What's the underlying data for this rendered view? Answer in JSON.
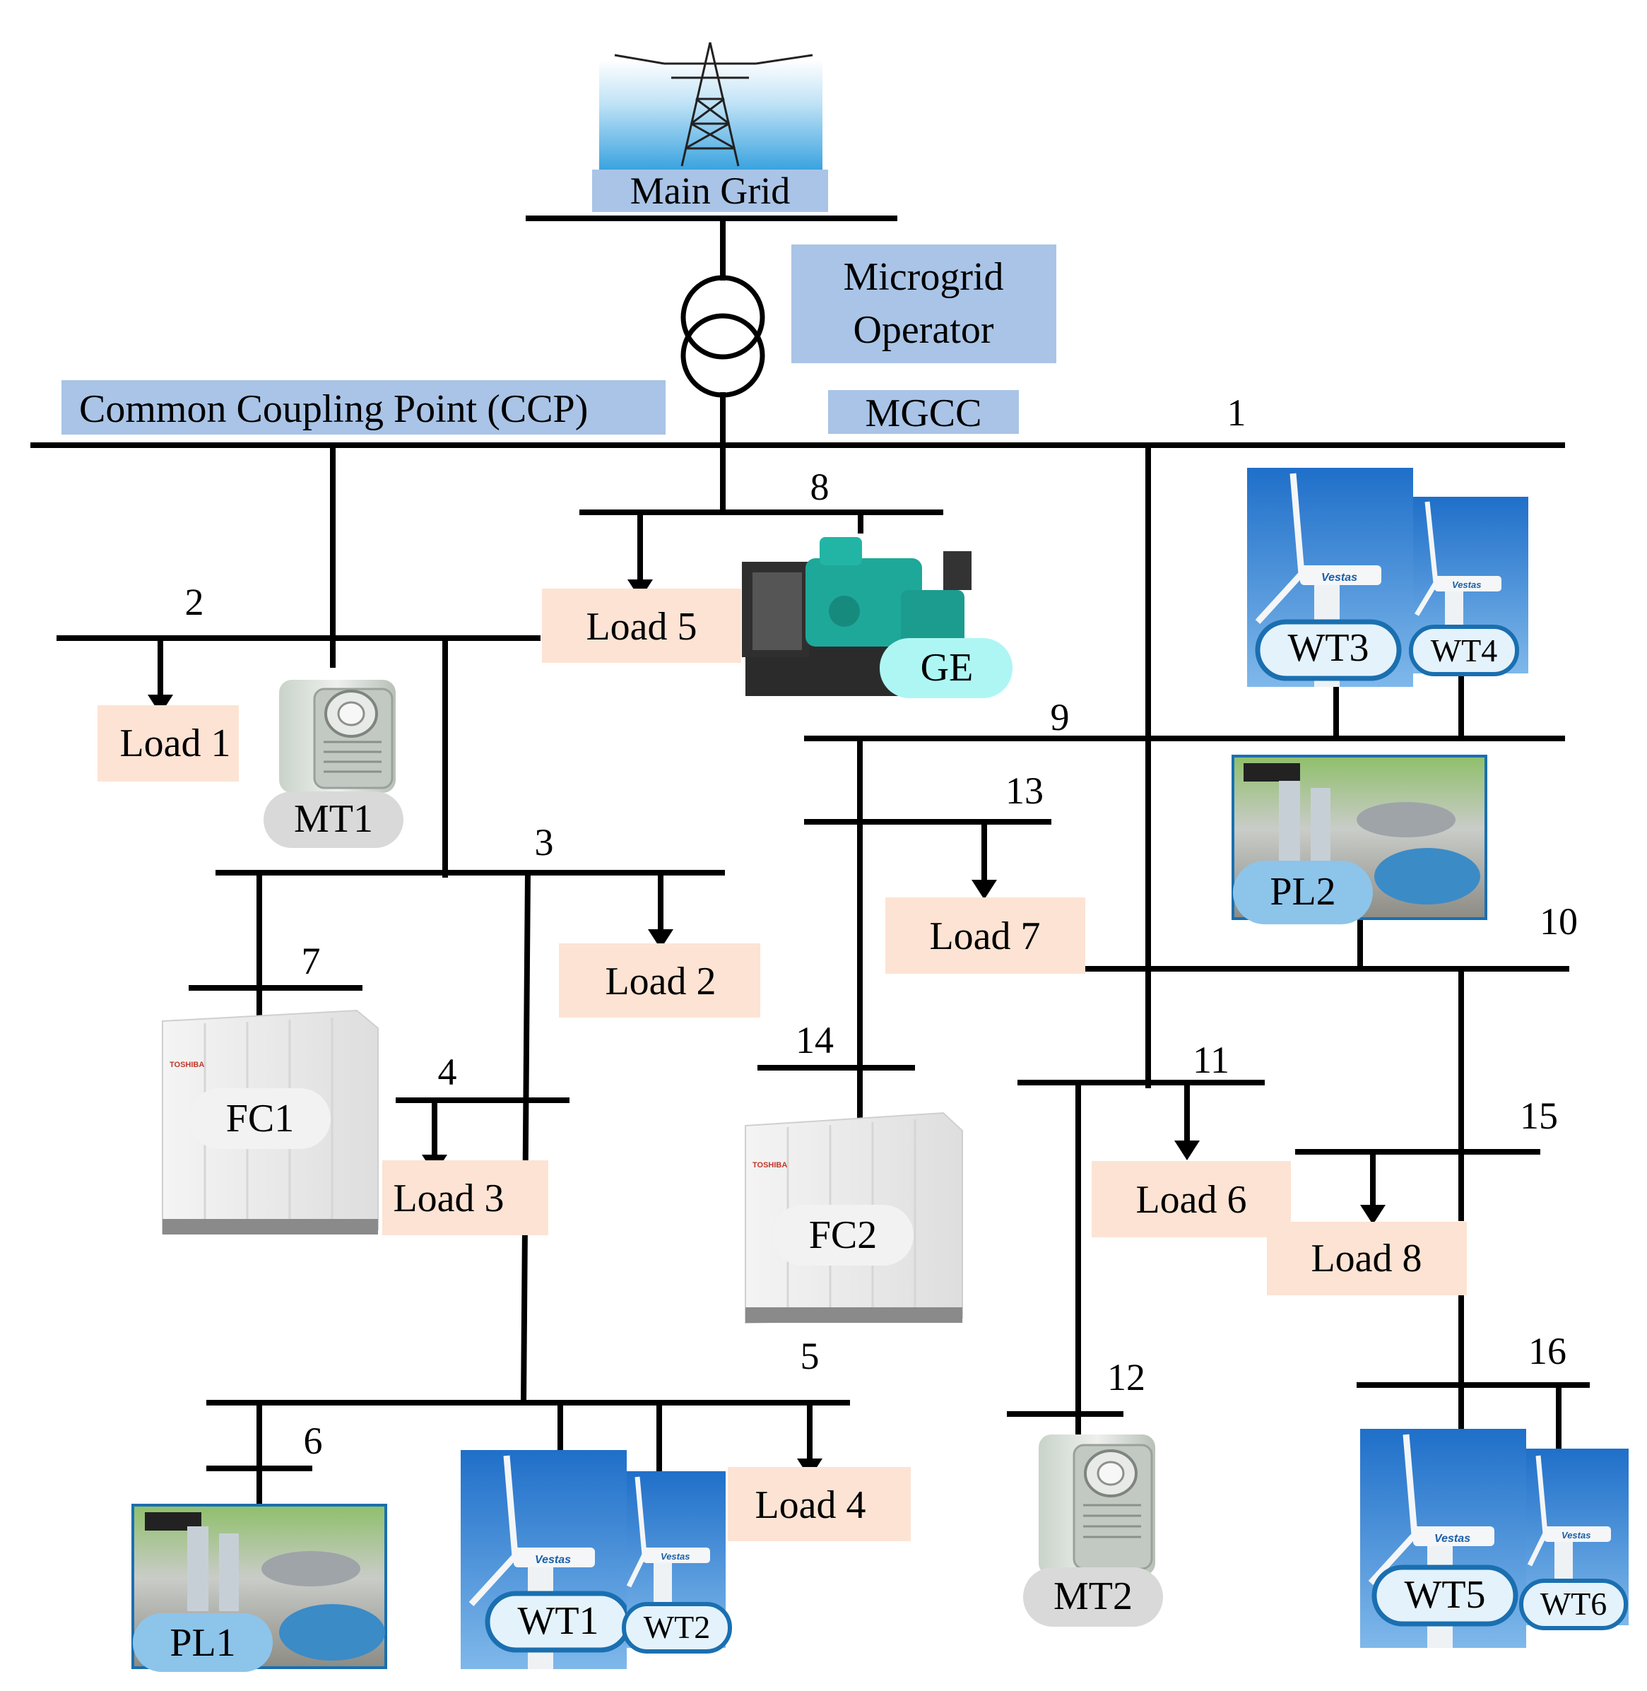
{
  "labels": {
    "main_grid": "Main Grid",
    "microgrid_operator_line1": "Microgrid",
    "microgrid_operator_line2": "Operator",
    "ccp": "Common Coupling Point (CCP)",
    "mgcc": "MGCC"
  },
  "buses": {
    "b1": "1",
    "b2": "2",
    "b3": "3",
    "b4": "4",
    "b5": "5",
    "b6": "6",
    "b7": "7",
    "b8": "8",
    "b9": "9",
    "b10": "10",
    "b11": "11",
    "b12": "12",
    "b13": "13",
    "b14": "14",
    "b15": "15",
    "b16": "16"
  },
  "loads": {
    "l1": "Load 1",
    "l2": "Load 2",
    "l3": "Load 3",
    "l4": "Load 4",
    "l5": "Load 5",
    "l6": "Load 6",
    "l7": "Load 7",
    "l8": "Load 8"
  },
  "units": {
    "ge": "GE",
    "mt1": "MT1",
    "mt2": "MT2",
    "fc1": "FC1",
    "fc2": "FC2",
    "pl1": "PL1",
    "pl2": "PL2",
    "wt1": "WT1",
    "wt2": "WT2",
    "wt3": "WT3",
    "wt4": "WT4",
    "wt5": "WT5",
    "wt6": "WT6",
    "fc_brand": "TOSHIBA",
    "wt_brand": "Vestas"
  },
  "colors": {
    "line": "#000000",
    "label_blue": "#a9c4e6",
    "load_peach": "#fde3d3",
    "ge_cyan": "#aef6f4",
    "mt_grey": "#d9d9d9",
    "pl_blue": "#8dc4ea",
    "wt_pill": "#e4f2fb",
    "wt_border": "#1a6fb0",
    "sky_blue": "#3b8fd8"
  }
}
